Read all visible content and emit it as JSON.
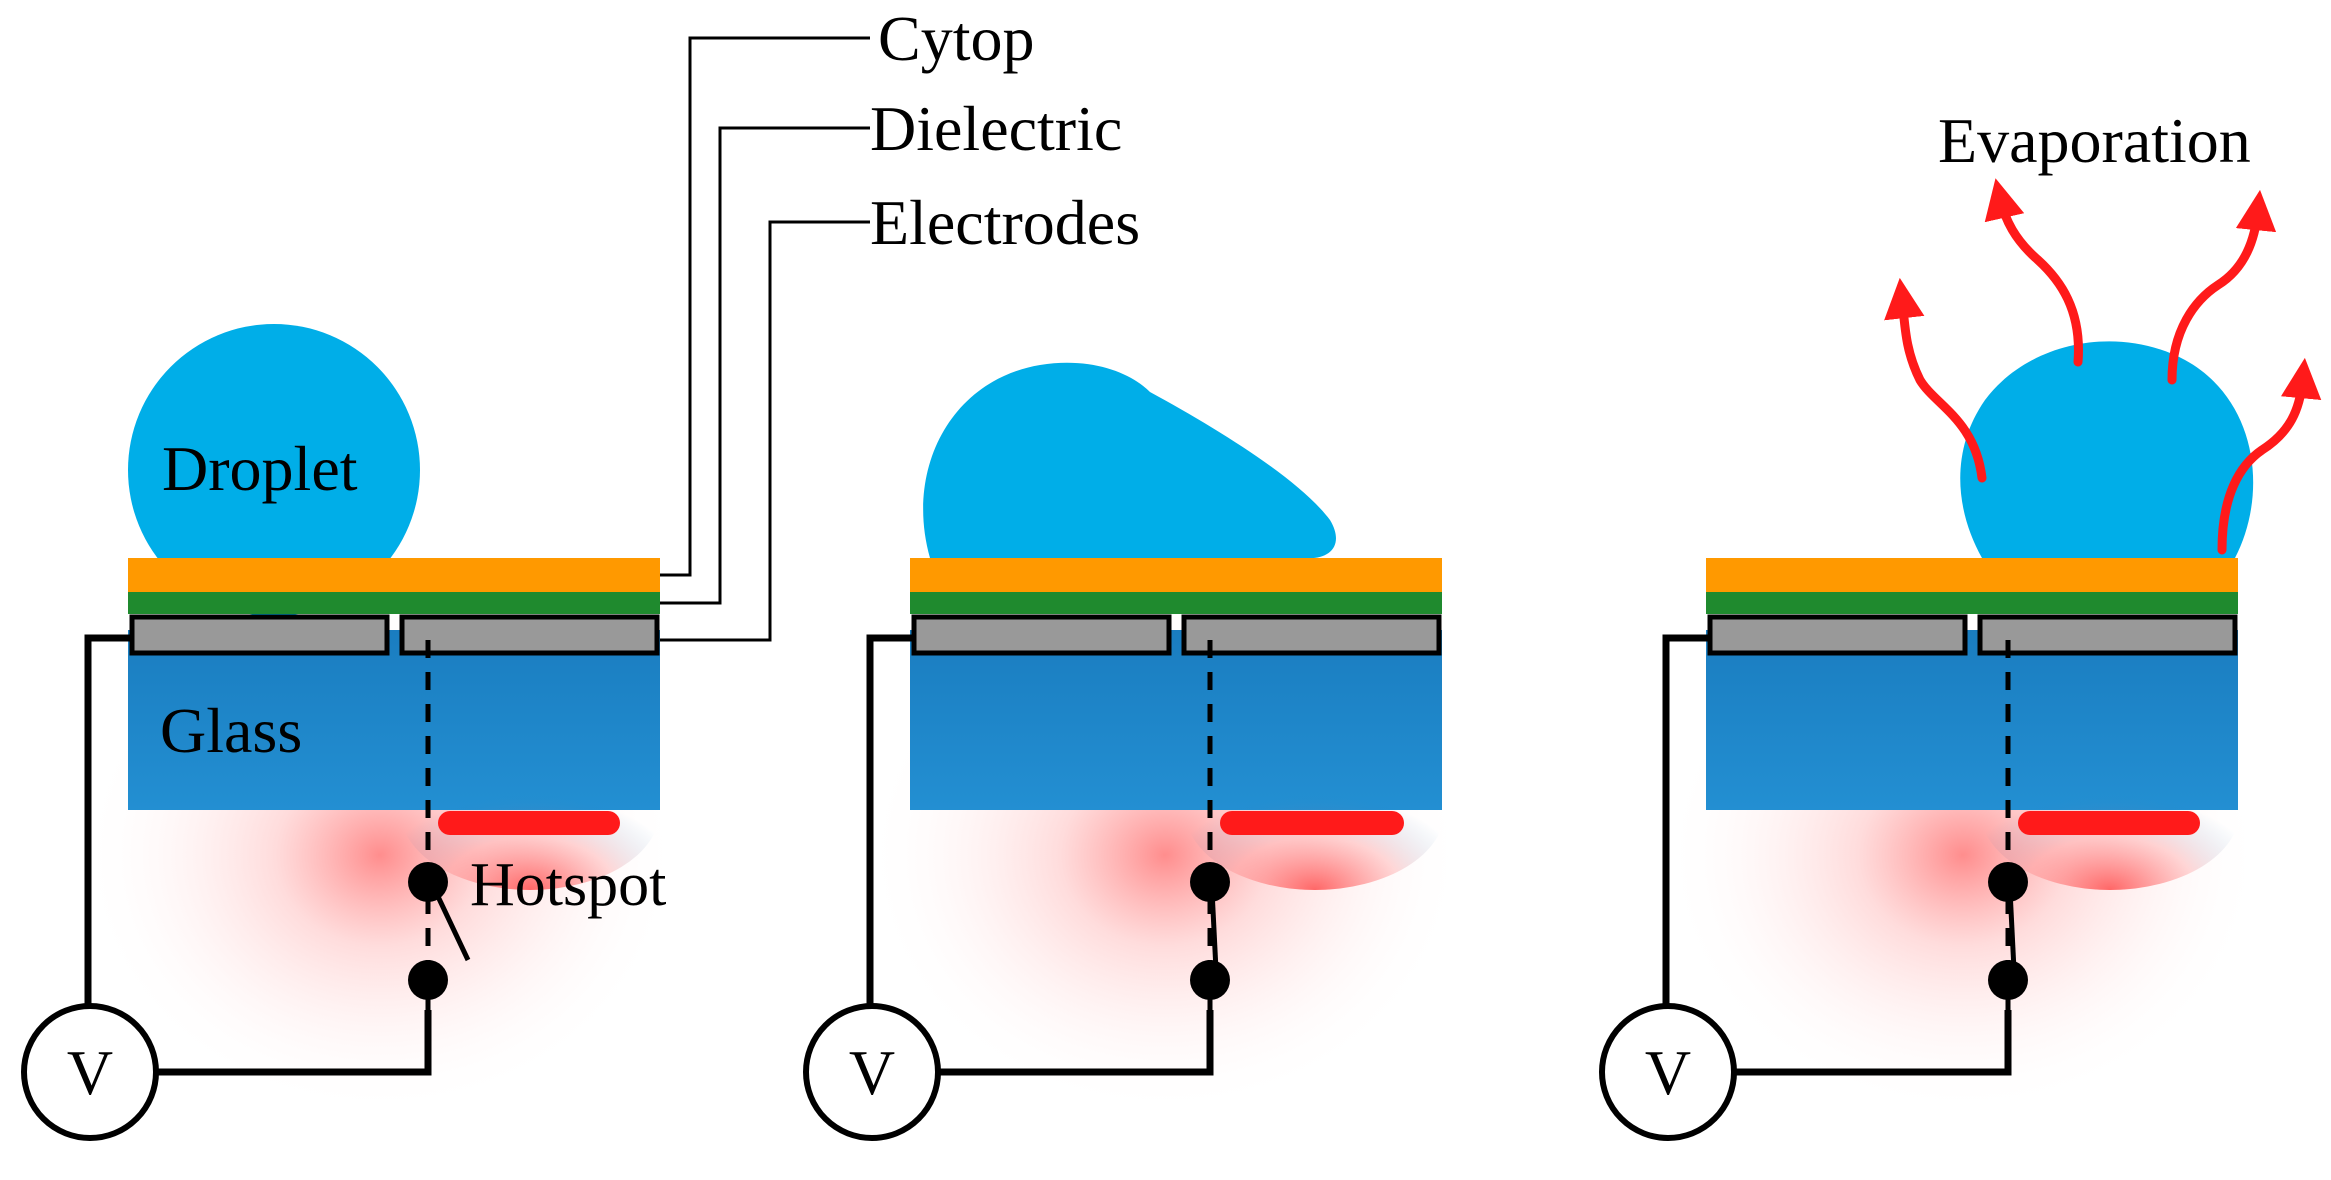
{
  "labels": {
    "cytop": "Cytop",
    "dielectric": "Dielectric",
    "electrodes": "Electrodes",
    "droplet": "Droplet",
    "glass": "Glass",
    "hotspot": "Hotspot",
    "evaporation": "Evaporation",
    "voltage_symbol": "V"
  },
  "colors": {
    "cytop_layer": "#ff9900",
    "dielectric_layer": "#1f8a2e",
    "electrode": "#999999",
    "glass": "#1b85c8",
    "droplet": "#00aee8",
    "hotspot": "#ff1a1a",
    "evaporation_arrow": "#ff1a1a",
    "wire": "#000000"
  },
  "panels": [
    {
      "name": "initial",
      "switch_closed": false,
      "droplet_shape": "round",
      "evaporation": false
    },
    {
      "name": "actuated",
      "switch_closed": true,
      "droplet_shape": "deformed",
      "evaporation": false
    },
    {
      "name": "heating",
      "switch_closed": true,
      "droplet_shape": "round",
      "evaporation": true
    }
  ]
}
